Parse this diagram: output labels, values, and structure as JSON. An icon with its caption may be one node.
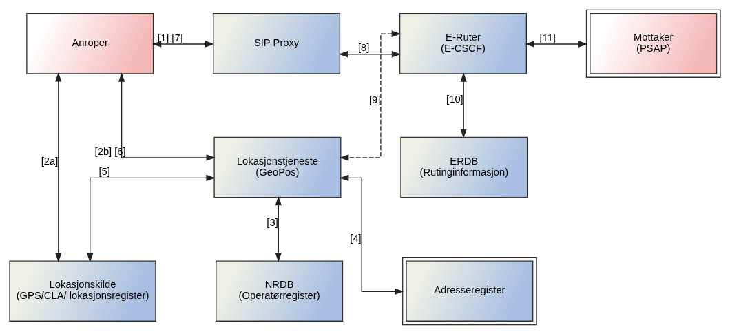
{
  "diagram": {
    "nodes": [
      {
        "text": [
          "Anroper"
        ]
      },
      {
        "text": [
          "SIP Proxy"
        ]
      },
      {
        "text": [
          "E-Ruter",
          "(E-CSCF)"
        ]
      },
      {
        "text": [
          "Mottaker",
          "(PSAP)"
        ]
      },
      {
        "text": [
          "Lokasjonstjeneste",
          "(GeoPos)"
        ]
      },
      {
        "text": [
          "ERDB",
          "(Rutinginformasjon)"
        ]
      },
      {
        "text": [
          "Lokasjonskilde",
          "(GPS/CLA/ lokasjonsregister)"
        ]
      },
      {
        "text": [
          "Adresseregister"
        ]
      },
      {
        "text": [
          "NRDB",
          "(Operatørregister)"
        ]
      }
    ],
    "edges": [
      {
        "from": 0,
        "to": 1,
        "arrow": "both",
        "label": "[1] [7]"
      },
      {
        "from": 1,
        "to": 2,
        "arrow": "both",
        "label": "[8]"
      },
      {
        "from": 2,
        "to": 3,
        "arrow": "both",
        "label": "[11]"
      },
      {
        "from": 0,
        "to": 6,
        "arrow": "both",
        "label": "[2a]"
      },
      {
        "from": 0,
        "to": 4,
        "arrow": "both",
        "label": "[2b] [6]"
      },
      {
        "from": 6,
        "to": 4,
        "arrow": "both",
        "label": "[5]"
      },
      {
        "from": 2,
        "to": 4,
        "arrow": "both",
        "label": "[9]",
        "style": "dashed"
      },
      {
        "from": 2,
        "to": 5,
        "arrow": "both",
        "label": "[10]"
      },
      {
        "from": 4,
        "to": 8,
        "arrow": "both",
        "label": "[3]"
      },
      {
        "from": 4,
        "to": 7,
        "arrow": "both",
        "label": "[4]"
      }
    ]
  }
}
